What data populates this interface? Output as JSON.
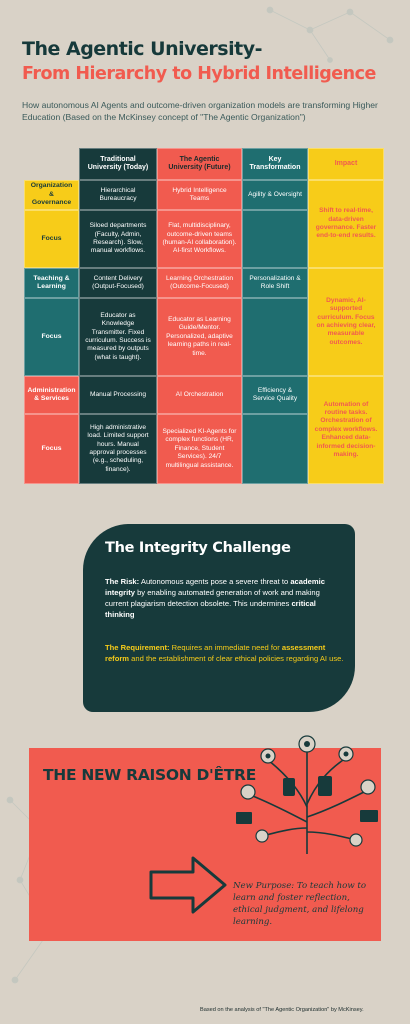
{
  "header": {
    "title_line1": "The Agentic University-",
    "title_line2": "From Hierarchy to Hybrid Intelligence",
    "subtitle": "How autonomous AI Agents and outcome-driven organization models are transforming Higher Education (Based on the McKinsey concept of \"The Agentic Organization\")"
  },
  "table": {
    "headers": [
      "Traditional University (Today)",
      "The Agentic University (Future)",
      "Key Transformation",
      "Impact"
    ],
    "rows": [
      {
        "label": "Organization & Governance",
        "traditional": "Hierarchical Bureaucracy",
        "agentic": "Hybrid Intelligence Teams",
        "key": "Agility & Oversight"
      },
      {
        "label": "Focus",
        "traditional": "Siloed departments (Faculty, Admin, Research). Slow, manual workflows.",
        "agentic": "Flat, multidisciplinary, outcome-driven teams (human-AI collaboration). AI-first Workflows."
      },
      {
        "label": "Teaching & Learning",
        "traditional": "Content Delivery (Output-Focused)",
        "agentic": "Learning Orchestration (Outcome-Focused)",
        "key": "Personalization & Role Shift"
      },
      {
        "label": "Focus",
        "traditional": "Educator as Knowledge Transmitter. Fixed curriculum. Success is measured by outputs (what is taught).",
        "agentic": "Educator as Learning Guide/Mentor. Personalized, adaptive learning paths in real-time."
      },
      {
        "label": "Administration & Services",
        "traditional": "Manual Processing",
        "agentic": "AI Orchestration",
        "key": "Efficiency & Service Quality"
      },
      {
        "label": "Focus",
        "traditional": "High administrative load. Limited support hours. Manual approval processes (e.g., scheduling, finance).",
        "agentic": "Specialized KI-Agents for complex functions (HR, Finance, Student Services). 24/7 multilingual assistance."
      }
    ],
    "impacts": [
      "Shift to real-time, data-driven governance. Faster end-to-end results.",
      "Dynamic, AI-supported curriculum. Focus on achieving clear, measurable outcomes.",
      "Automation of routine tasks. Orchestration of complex workflows. Enhanced data-informed decision-making."
    ]
  },
  "integrity": {
    "title": "The Integrity Challenge",
    "risk_label": "The Risk:",
    "risk_text_a": " Autonomous agents pose a severe threat to ",
    "risk_bold_a": "academic integrity",
    "risk_text_b": " by enabling automated generation of work and making current plagiarism detection obsolete. This undermines ",
    "risk_bold_b": "critical thinking",
    "req_label": "The Requirement:",
    "req_text_a": " Requires an immediate need for ",
    "req_bold": "assessment reform",
    "req_text_b": " and the establishment of clear ethical policies regarding AI use."
  },
  "raison": {
    "title": "THE NEW RAISON D'ÊTRE",
    "purpose": "New Purpose: To teach how to learn and foster reflection, ethical judgment, and lifelong learning."
  },
  "footer": "Based on the analysis of \"The Agentic Organization\" by McKinsey.",
  "colors": {
    "teal": "#1f6e70",
    "dark_teal": "#173a3b",
    "coral": "#f15b4f",
    "yellow": "#f7cc19",
    "beige": "#d9d2c7"
  }
}
